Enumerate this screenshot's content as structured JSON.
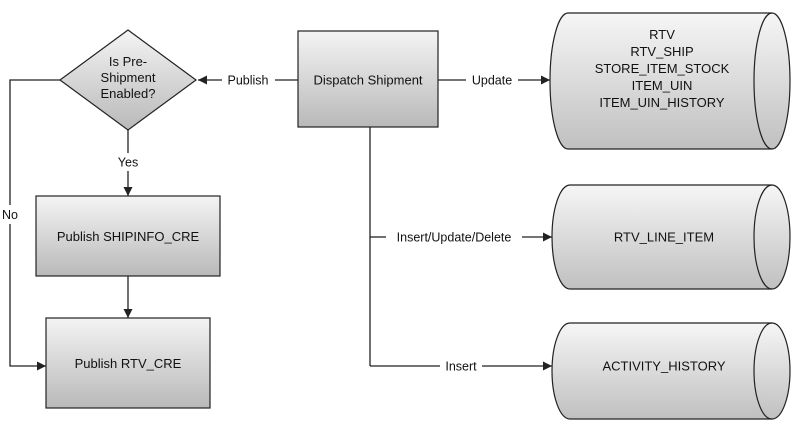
{
  "colors": {
    "node_fill_top": "#f4f4f4",
    "node_fill_bottom": "#b9b9b9",
    "stroke": "#222222",
    "background": "#ffffff"
  },
  "nodes": {
    "decision": {
      "lines": [
        "Is Pre-",
        "Shipment",
        "Enabled?"
      ]
    },
    "dispatch": {
      "label": "Dispatch Shipment"
    },
    "publish_shipinfo": {
      "label": "Publish SHIPINFO_CRE"
    },
    "publish_rtv": {
      "label": "Publish RTV_CRE"
    },
    "db_rtv": {
      "lines": [
        "RTV",
        "RTV_SHIP",
        "STORE_ITEM_STOCK",
        "ITEM_UIN",
        "ITEM_UIN_HISTORY"
      ]
    },
    "db_rtv_line_item": {
      "label": "RTV_LINE_ITEM"
    },
    "db_activity_history": {
      "label": "ACTIVITY_HISTORY"
    }
  },
  "edges": {
    "publish": "Publish",
    "update": "Update",
    "yes": "Yes",
    "no": "No",
    "insert_update_delete": "Insert/Update/Delete",
    "insert": "Insert"
  }
}
